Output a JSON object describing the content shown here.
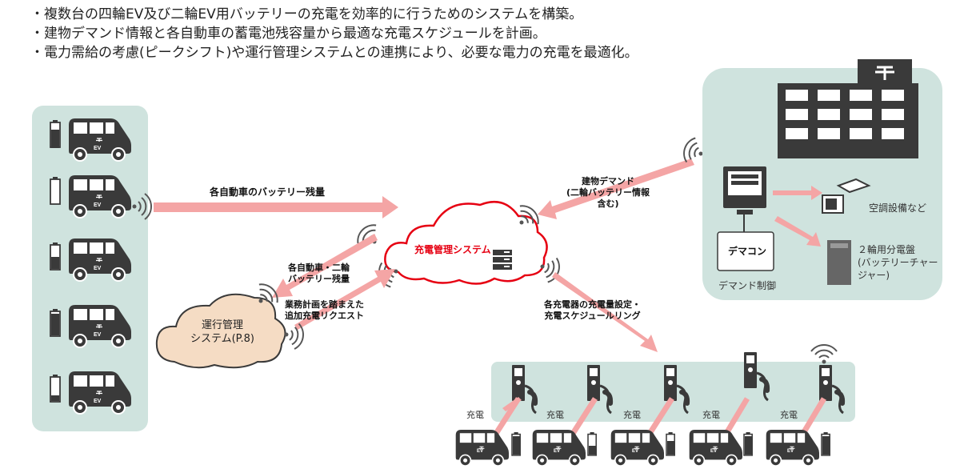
{
  "bullets": [
    "・複数台の四輪EV及び二輪EV用バッテリーの充電を効率的に行うためのシステムを構築。",
    "・建物デマンド情報と各自動車の蓄電池残容量から最適な充電スケジュールを計画。",
    "・電力需給の考慮(ピークシフト)や運行管理システムとの連携により、必要な電力の充電を最適化。"
  ],
  "center": {
    "title": "充電管理システム"
  },
  "ops_cloud": {
    "line1": "運行管理",
    "line2": "システム(P.8)"
  },
  "arrows": {
    "battery_remaining": "各自動車のバッテリー残量",
    "building_demand": [
      "建物デマンド",
      "(二輪バッテリー情報",
      "含む)"
    ],
    "to_ops": [
      "各自動車・二輪",
      "バッテリー残量"
    ],
    "from_ops": [
      "業務計画を踏まえた",
      "追加充電リクエスト"
    ],
    "to_chargers": [
      "各充電器の充電量設定・",
      "充電スケジュールリング"
    ]
  },
  "building": {
    "demacon": "デマコン",
    "demand_control": "デマンド制御",
    "aircon": "空調設備など",
    "two_wheel": [
      "２輪用分電盤",
      "(バッテリーチャー",
      "ジャー)"
    ]
  },
  "vehicle_label": "EV",
  "charge_label": "充電",
  "left_vans": [
    {
      "battery_level": 0.75
    },
    {
      "battery_level": 0.0
    },
    {
      "battery_level": 0.5
    },
    {
      "battery_level": 0.9
    },
    {
      "battery_level": 0.25
    }
  ],
  "colors": {
    "red": "#e60012",
    "arrow": "#f4a5a5",
    "panel": "#cfe3de",
    "dark": "#3a3a3a",
    "cloud_fill": "#f5dcc4"
  }
}
